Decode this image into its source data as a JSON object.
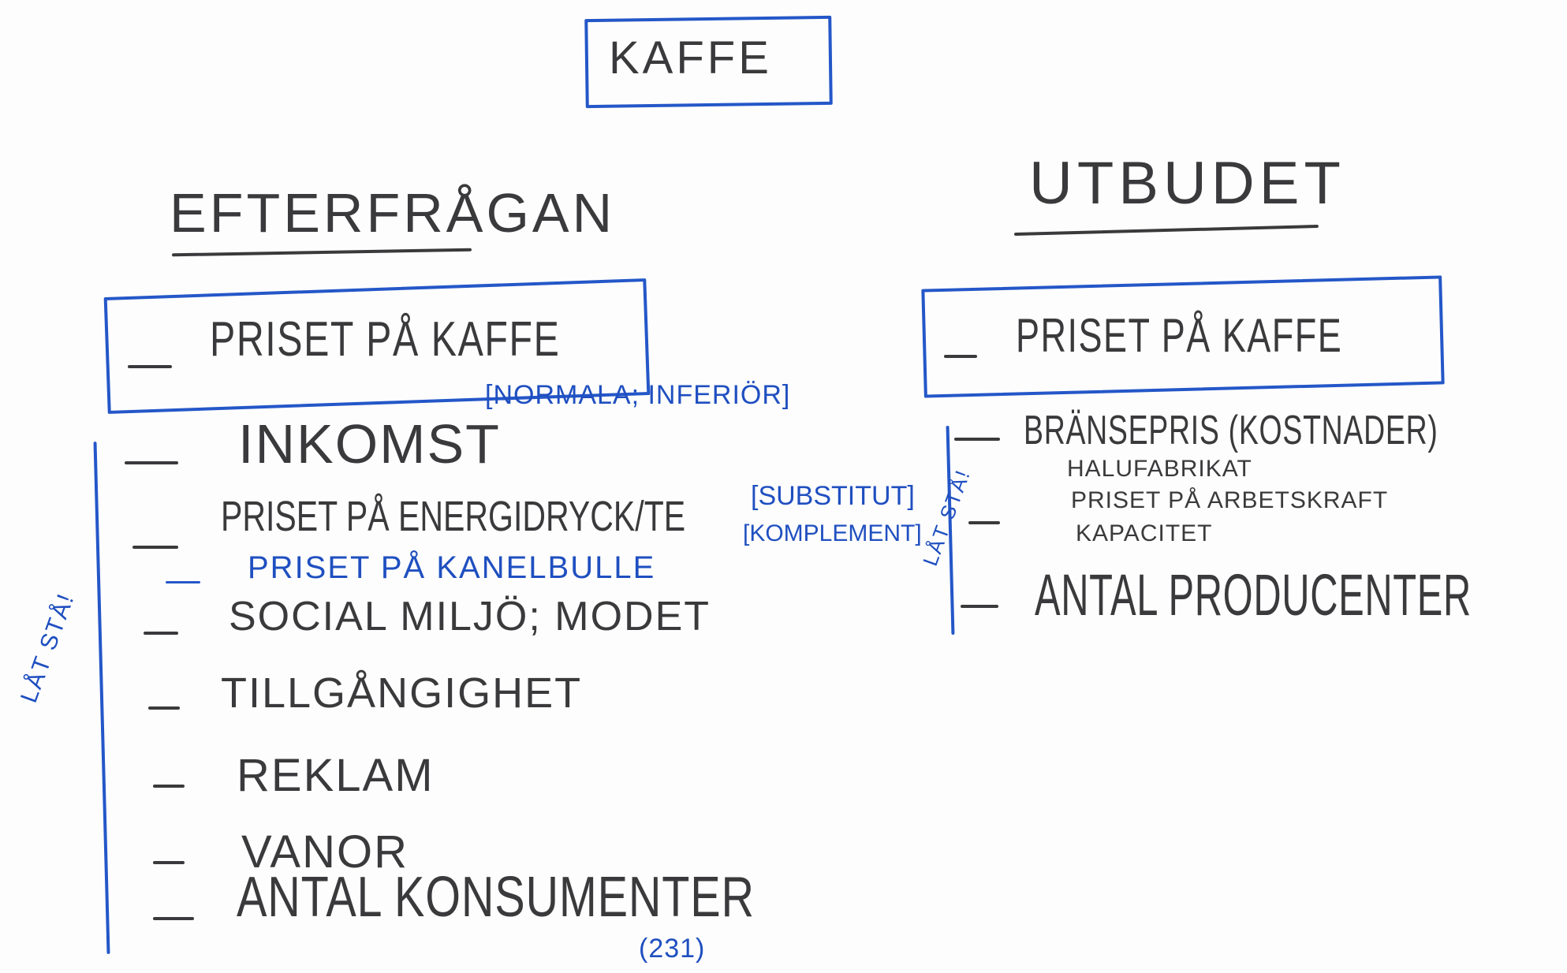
{
  "title": "KAFFE",
  "demand": {
    "heading": "EFTERFRÅGAN",
    "boxed_item": "PRISET PÅ KAFFE",
    "items": [
      {
        "label": "INKOMST",
        "note": "[NORMALA; INFERIÖR]"
      },
      {
        "label": "PRISET PÅ ENERGIDRYCK/TE",
        "note": "[SUBSTITUT]"
      },
      {
        "label": "PRISET PÅ KANELBULLE",
        "note": "[KOMPLEMENT]"
      },
      {
        "label": "SOCIAL MILJÖ; MODET"
      },
      {
        "label": "TILLGÅNGIGHET"
      },
      {
        "label": "REKLAM"
      },
      {
        "label": "VANOR"
      },
      {
        "label": "ANTAL KONSUMENTER",
        "note": "(231)"
      }
    ],
    "side_note": "LÅT STÅ!"
  },
  "supply": {
    "heading": "UTBUDET",
    "boxed_item": "PRISET PÅ KAFFE",
    "items": [
      {
        "label": "BRÄNSEPRIS (KOSTNADER)"
      },
      {
        "label": "HALUFABRIKAT"
      },
      {
        "label": "PRISET PÅ ARBETSKRAFT"
      },
      {
        "label": "KAPACITET"
      },
      {
        "label": "ANTAL PRODUCENTER"
      }
    ],
    "side_note": "LÅT STÅ!"
  },
  "colors": {
    "ink": "#3a3a3c",
    "blue": "#2457c8",
    "paper": "#fdfdfd"
  }
}
